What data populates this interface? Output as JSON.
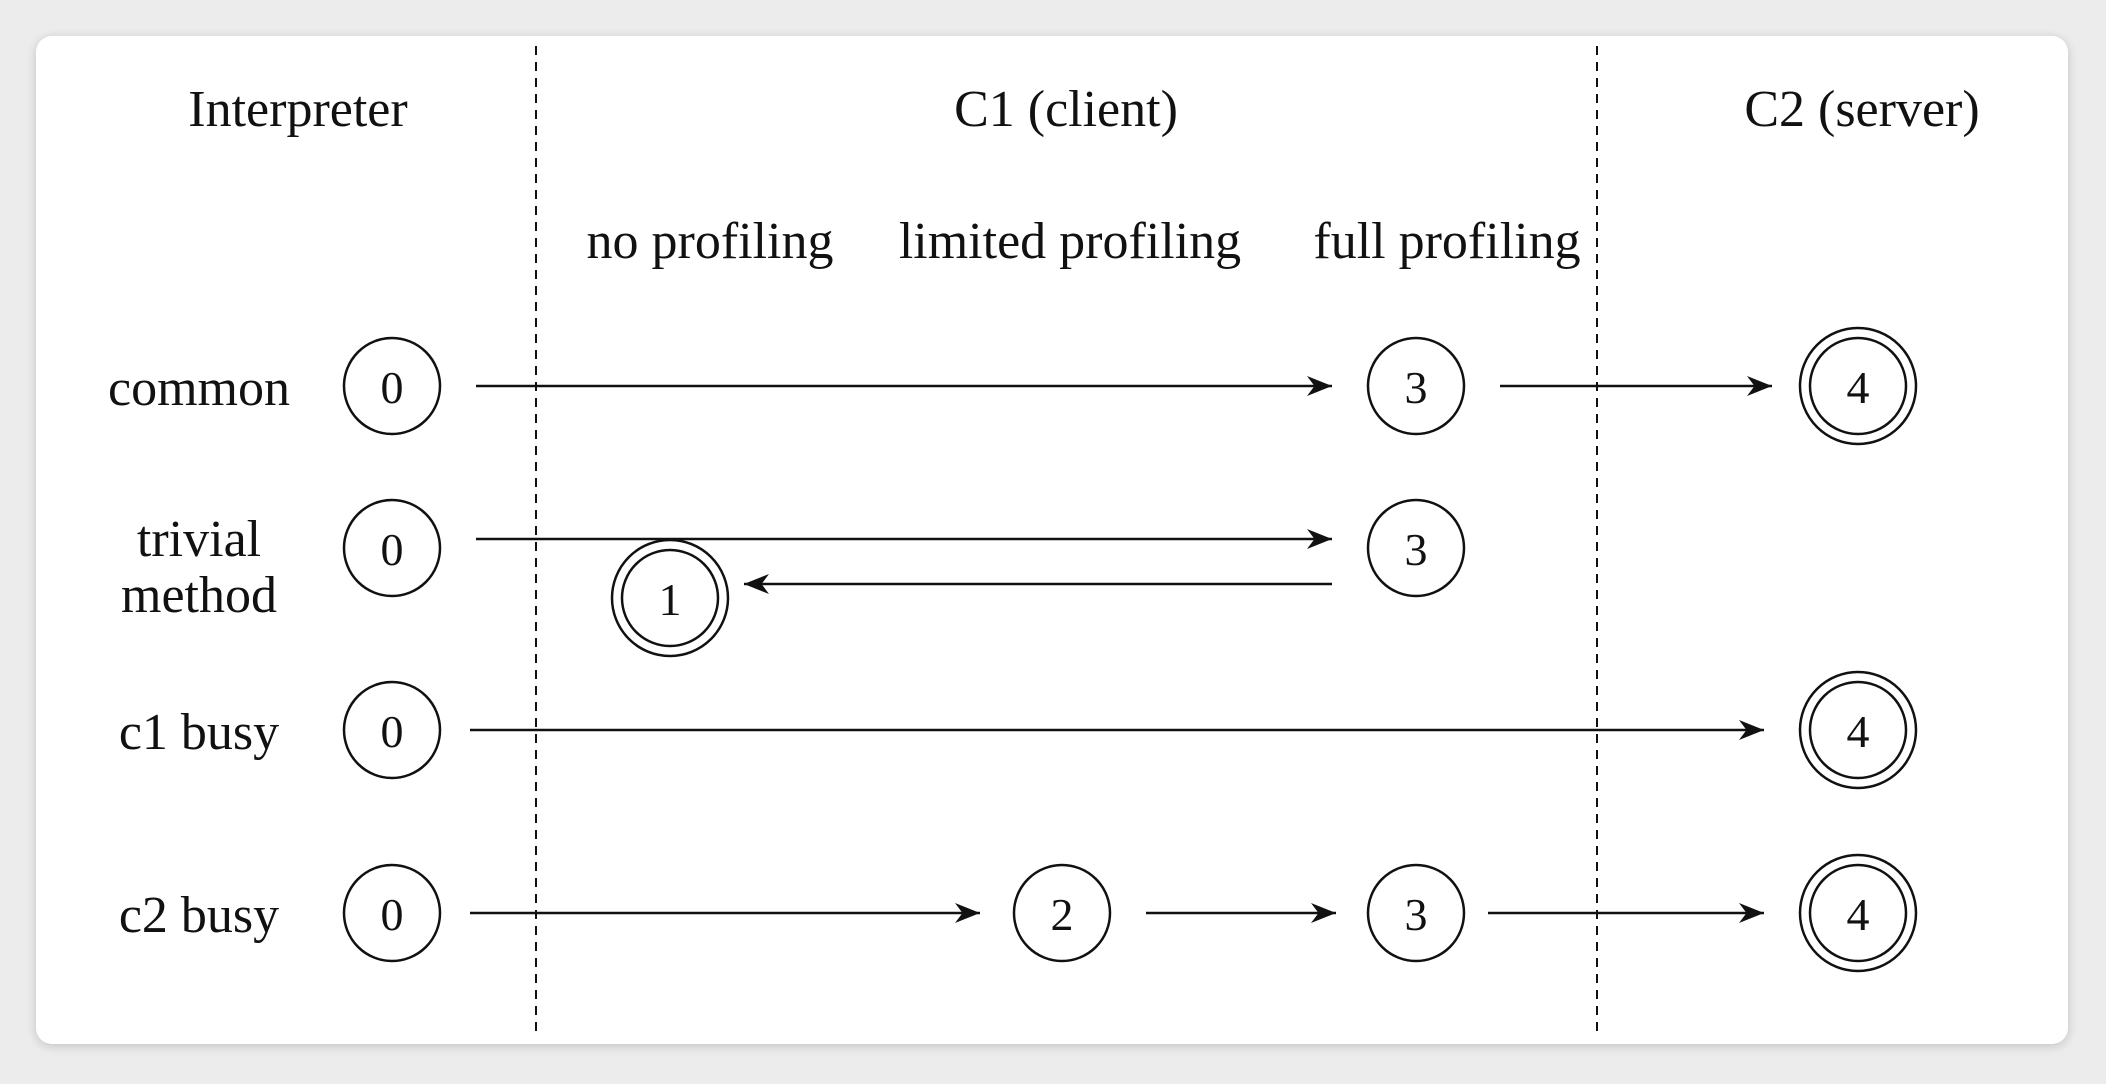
{
  "colors": {
    "ink": "#111111",
    "background": "#ffffff",
    "page": "#ececec"
  },
  "sections": {
    "interpreter": "Interpreter",
    "c1": "C1 (client)",
    "c2": "C2 (server)"
  },
  "profiling": {
    "none": "no profiling",
    "limited": "limited profiling",
    "full": "full profiling"
  },
  "rows": {
    "common": {
      "label": "common",
      "levels": [
        "0",
        "3",
        "4"
      ]
    },
    "trivial": {
      "label_line1": "trivial",
      "label_line2": "method",
      "levels": [
        "0",
        "3",
        "1"
      ]
    },
    "c1_busy": {
      "label": "c1 busy",
      "levels": [
        "0",
        "4"
      ]
    },
    "c2_busy": {
      "label": "c2 busy",
      "levels": [
        "0",
        "2",
        "3",
        "4"
      ]
    }
  }
}
